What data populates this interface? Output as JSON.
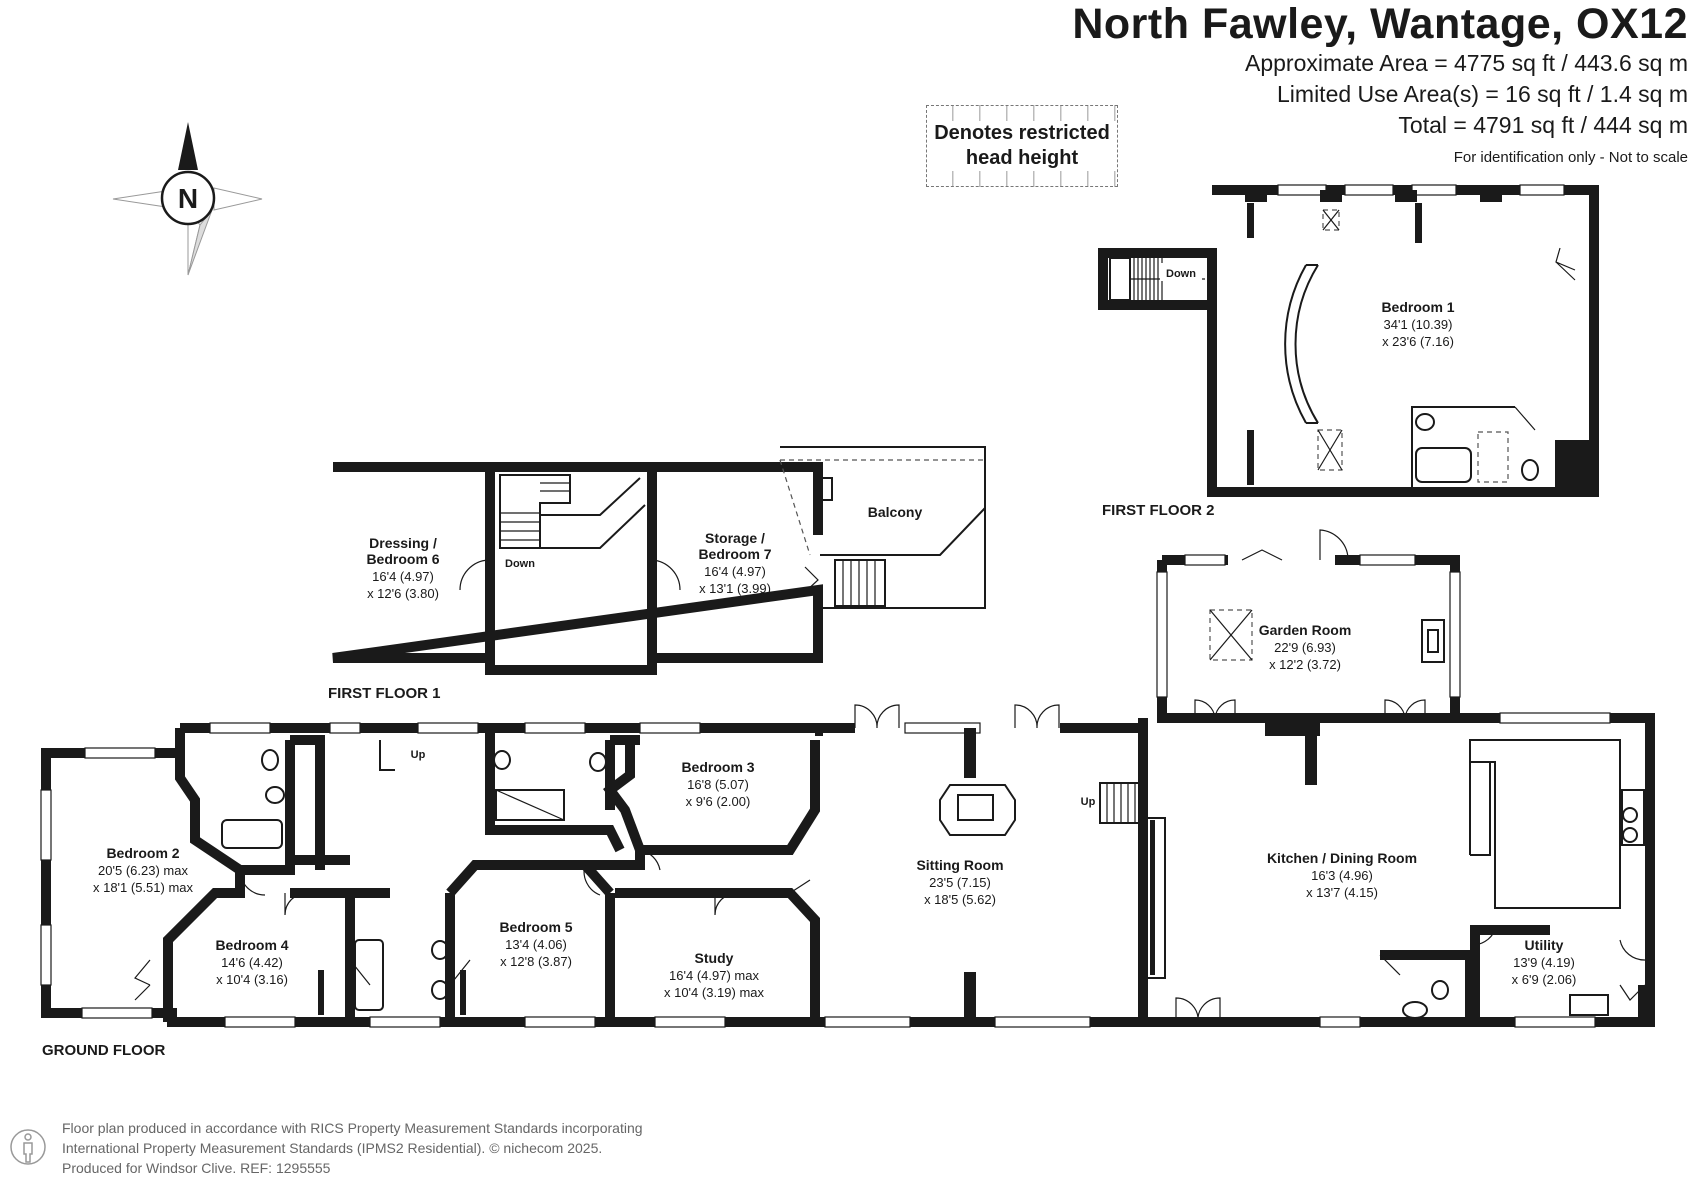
{
  "header": {
    "title": "North Fawley, Wantage, OX12",
    "approx_area": "Approximate Area = 4775 sq ft / 443.6 sq m",
    "limited_use": "Limited Use Area(s) = 16 sq ft / 1.4 sq m",
    "total": "Total = 4791 sq ft / 444 sq m",
    "identification": "For identification only - Not to scale"
  },
  "legend": {
    "restricted": "Denotes restricted head height"
  },
  "compass": {
    "label": "N"
  },
  "floors": {
    "first_floor_2": "FIRST FLOOR 2",
    "first_floor_1": "FIRST FLOOR 1",
    "ground_floor": "GROUND FLOOR"
  },
  "rooms": {
    "bedroom1": {
      "name": "Bedroom 1",
      "dim1": "34'1 (10.39)",
      "dim2": "x 23'6 (7.16)"
    },
    "dressing": {
      "name1": "Dressing /",
      "name2": "Bedroom 6",
      "dim1": "16'4 (4.97)",
      "dim2": "x 12'6 (3.80)"
    },
    "storage": {
      "name1": "Storage /",
      "name2": "Bedroom 7",
      "dim1": "16'4 (4.97)",
      "dim2": "x 13'1 (3.99)"
    },
    "balcony": {
      "name": "Balcony"
    },
    "garden": {
      "name": "Garden Room",
      "dim1": "22'9 (6.93)",
      "dim2": "x 12'2 (3.72)"
    },
    "bedroom2": {
      "name": "Bedroom 2",
      "dim1": "20'5 (6.23) max",
      "dim2": "x 18'1 (5.51) max"
    },
    "bedroom3": {
      "name": "Bedroom 3",
      "dim1": "16'8 (5.07)",
      "dim2": "x 9'6 (2.00)"
    },
    "bedroom4": {
      "name": "Bedroom 4",
      "dim1": "14'6 (4.42)",
      "dim2": "x 10'4 (3.16)"
    },
    "bedroom5": {
      "name": "Bedroom 5",
      "dim1": "13'4 (4.06)",
      "dim2": "x 12'8 (3.87)"
    },
    "study": {
      "name": "Study",
      "dim1": "16'4 (4.97) max",
      "dim2": "x 10'4 (3.19) max"
    },
    "sitting": {
      "name": "Sitting Room",
      "dim1": "23'5 (7.15)",
      "dim2": "x 18'5 (5.62)"
    },
    "kitchen": {
      "name": "Kitchen / Dining Room",
      "dim1": "16'3 (4.96)",
      "dim2": "x 13'7 (4.15)"
    },
    "utility": {
      "name": "Utility",
      "dim1": "13'9 (4.19)",
      "dim2": "x 6'9 (2.06)"
    }
  },
  "stairs": {
    "down": "Down",
    "up": "Up"
  },
  "footer": {
    "line1": "Floor plan produced in accordance with RICS Property Measurement Standards incorporating",
    "line2": "International Property Measurement Standards (IPMS2 Residential).  © nichecom 2025.",
    "line3": "Produced for Windsor Clive.   REF:  1295555"
  }
}
